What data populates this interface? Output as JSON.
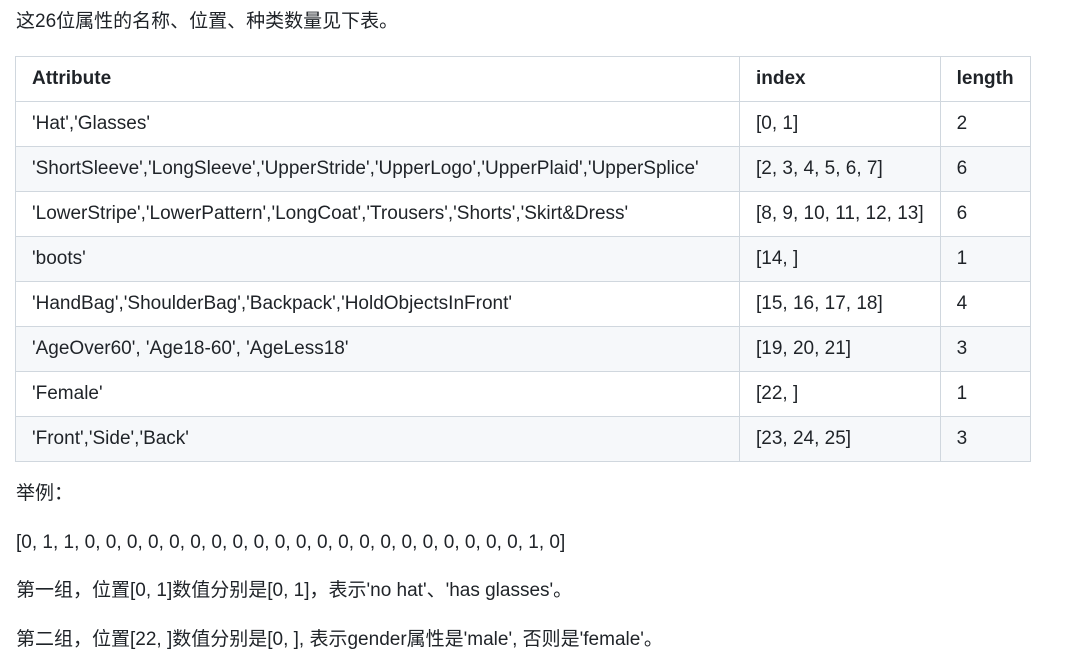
{
  "intro": "这26位属性的名称、位置、种类数量见下表。",
  "table": {
    "headers": [
      "Attribute",
      "index",
      "length"
    ],
    "rows": [
      [
        "'Hat','Glasses'",
        "[0, 1]",
        "2"
      ],
      [
        "'ShortSleeve','LongSleeve','UpperStride','UpperLogo','UpperPlaid','UpperSplice'",
        "[2, 3, 4, 5, 6, 7]",
        "6"
      ],
      [
        "'LowerStripe','LowerPattern','LongCoat','Trousers','Shorts','Skirt&Dress'",
        "[8, 9, 10, 11, 12, 13]",
        "6"
      ],
      [
        "'boots'",
        "[14, ]",
        "1"
      ],
      [
        "'HandBag','ShoulderBag','Backpack','HoldObjectsInFront'",
        "[15, 16, 17, 18]",
        "4"
      ],
      [
        "'AgeOver60', 'Age18-60', 'AgeLess18'",
        "[19, 20, 21]",
        "3"
      ],
      [
        "'Female'",
        "[22, ]",
        "1"
      ],
      [
        "'Front','Side','Back'",
        "[23, 24, 25]",
        "3"
      ]
    ]
  },
  "example_label": "举例：",
  "example_vector": "[0, 1, 1, 0, 0, 0, 0, 0, 0, 0, 0, 0, 0, 0, 0, 0, 0, 0, 0, 0, 0, 0, 0, 0, 1, 0]",
  "group1": "第一组，位置[0, 1]数值分别是[0, 1]，表示'no hat'、'has glasses'。",
  "group2": "第二组，位置[22, ]数值分别是[0, ], 表示gender属性是'male', 否则是'female'。"
}
